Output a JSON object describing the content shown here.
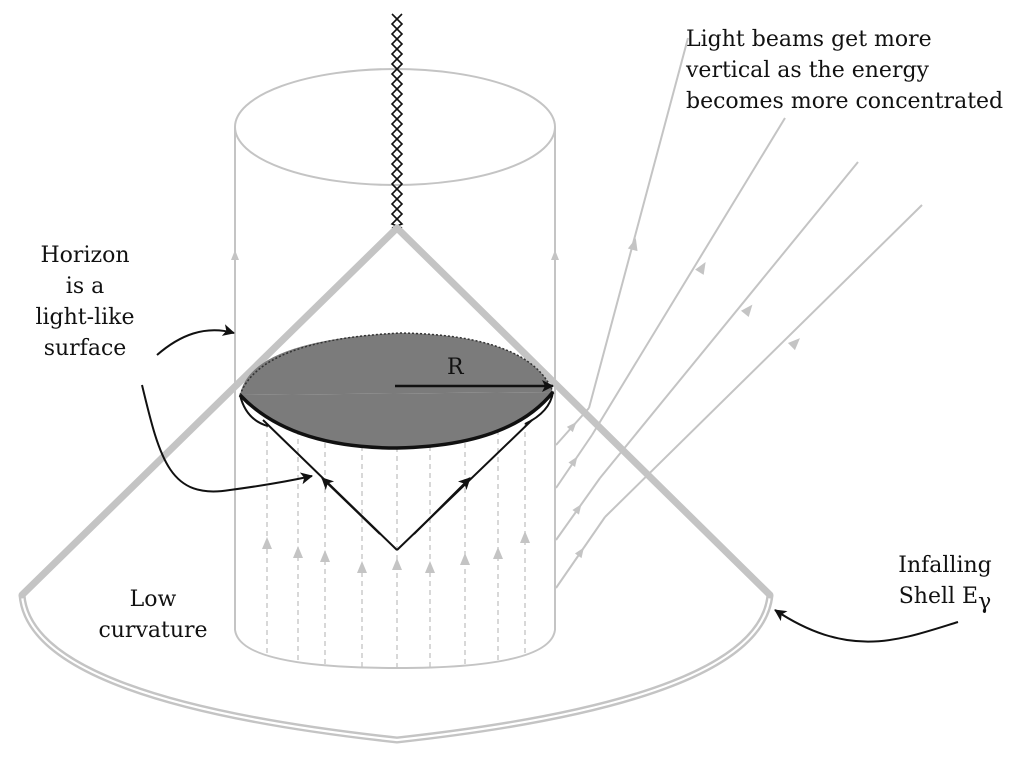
{
  "labels": {
    "light_beams": [
      "Light  beams  get  more",
      "vertical  as  the  energy",
      "becomes  more  concentrated"
    ],
    "horizon": [
      "Horizon",
      "is  a",
      "light-like",
      "surface"
    ],
    "low_curvature": [
      "Low",
      "curvature"
    ],
    "infalling": [
      "Infalling",
      "Shell  E"
    ],
    "infalling_subscript": "γ",
    "radius": "R"
  },
  "colors": {
    "line_gray": "#c4c4c4",
    "disk_fill": "#7b7b7b",
    "ink": "#111111"
  }
}
